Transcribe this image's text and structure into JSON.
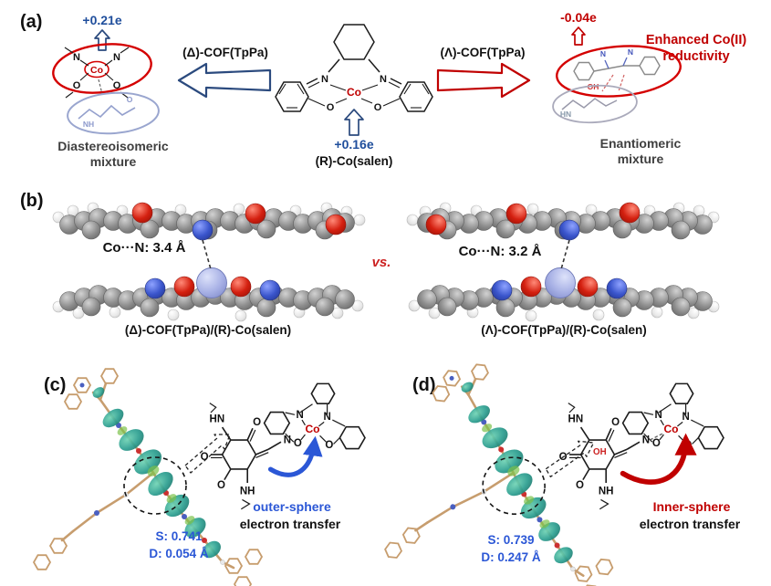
{
  "colors": {
    "blue_accent": "#1f4e9c",
    "red_accent": "#c00000",
    "caption_gray": "#3f3f3f",
    "spin_density_teal": "#2a9d8f",
    "spin_density_green": "#7cc24a",
    "cobalt_sphere": "#a9b2e6",
    "bond_tan": "#c79d6e"
  },
  "atoms": {
    "N": "N",
    "O": "O",
    "Co": "Co",
    "NH": "NH",
    "HN": "HN",
    "OH": "OH"
  },
  "panel_a": {
    "label": "(a)",
    "charge_top_left": "+0.21e",
    "charge_center": "+0.16e",
    "charge_top_right": "-0.04e",
    "left_arrow_label": "(Δ)-COF(TpPa)",
    "right_arrow_label": "(Λ)-COF(TpPa)",
    "center_caption": "(R)-Co(salen)",
    "left_caption_line1": "Diastereoisomeric",
    "left_caption_line2": "mixture",
    "right_caption_line1": "Enantiomeric",
    "right_caption_line2": "mixture",
    "annotation_line1": "Enhanced Co(II)",
    "annotation_line2": "reductivity"
  },
  "panel_b": {
    "label": "(b)",
    "left_distance": "Co···N: 3.4 Å",
    "right_distance": "Co···N: 3.2 Å",
    "versus": "vs.",
    "left_caption": "(Δ)-COF(TpPa)/(R)-Co(salen)",
    "right_caption": "(Λ)-COF(TpPa)/(R)-Co(salen)"
  },
  "panel_c": {
    "label": "(c)",
    "transfer_mode": "outer-sphere",
    "transfer_text": "electron transfer",
    "spin": "S: 0.741",
    "displacement": "D: 0.054 Å"
  },
  "panel_d": {
    "label": "(d)",
    "transfer_mode": "Inner-sphere",
    "transfer_text": "electron transfer",
    "spin": "S: 0.739",
    "displacement": "D: 0.247 Å"
  }
}
